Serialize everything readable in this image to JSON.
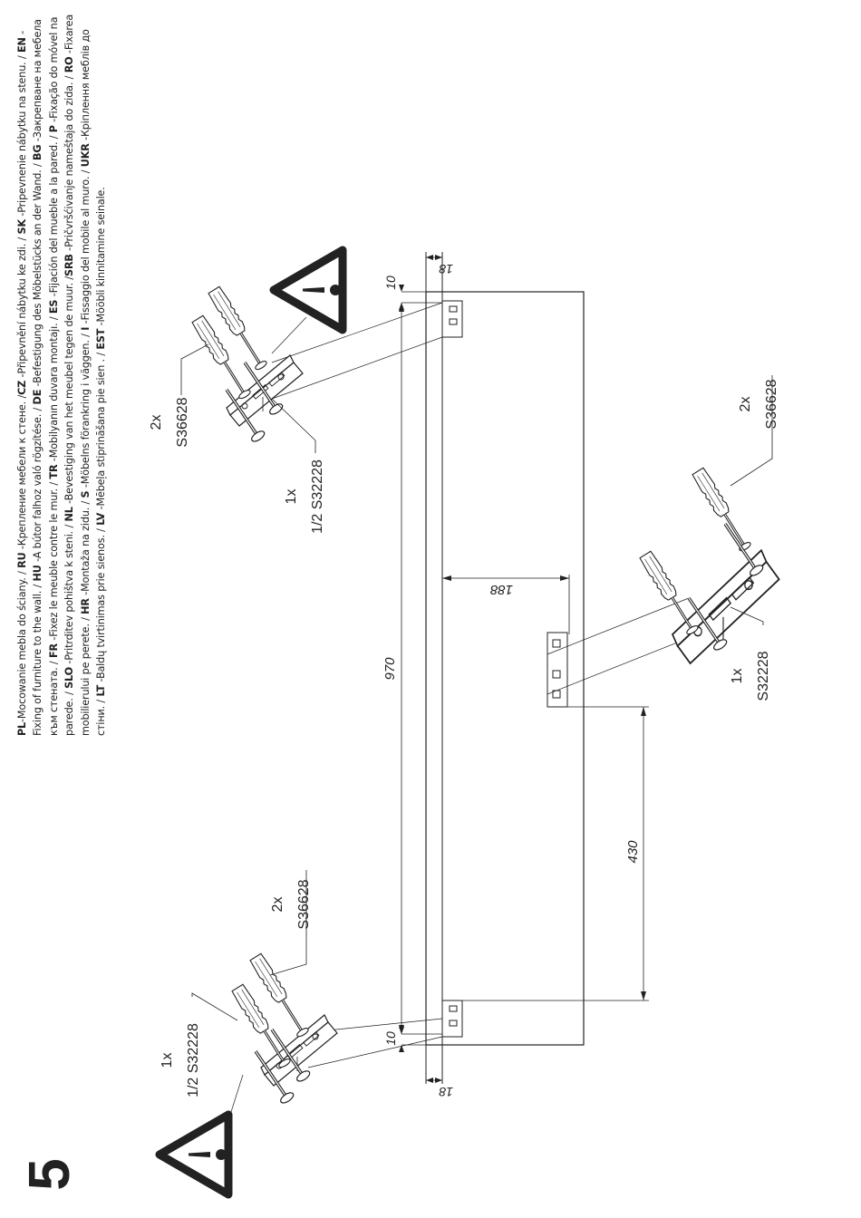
{
  "step_number": "5",
  "instructions": [
    {
      "code": "PL",
      "text": "-Mocowanie mebla do ściany. / "
    },
    {
      "code": "RU",
      "text": " -Крепление мебели к стене. /"
    },
    {
      "code": "CZ",
      "text": " -Připevnění nábytku ke zdi. / "
    },
    {
      "code": "SK",
      "text": " -Pripevnenie nábytku na stenu. / "
    },
    {
      "code": "EN",
      "text": " -Fixing of furniture to the wall. / "
    },
    {
      "code": "HU",
      "text": " -A bútor falhoz való rögzítése. / "
    },
    {
      "code": "DE",
      "text": " -Befestigung des Möbelstücks an der Wand. / "
    },
    {
      "code": "BG",
      "text": " -Закрепване на мебела към стената. / "
    },
    {
      "code": "FR",
      "text": " -Fixez le meuble contre le mur. / "
    },
    {
      "code": "TR",
      "text": " -Mobilyanın duvara montajı. / "
    },
    {
      "code": "ES",
      "text": " -Fijación del mueble a la pared. / "
    },
    {
      "code": "P",
      "text": " -Fixação do móvel na parede. /  "
    },
    {
      "code": "SLO",
      "text": " -Pritrditev pohištva k steni. / "
    },
    {
      "code": "NL",
      "text": " -Bevestiging van het meubel tegen de muur. /"
    },
    {
      "code": "SRB",
      "text": " -Pričvršćivanje nameštaja do zida. / "
    },
    {
      "code": "RO",
      "text": " -Fixarea mobilierului pe perete. / "
    },
    {
      "code": "HR",
      "text": " -Montaža na zidu. / "
    },
    {
      "code": "S",
      "text": " -Möbelns förankring i väggen. / "
    },
    {
      "code": "I",
      "text": " -Fissaggio del mobile al muro. / "
    },
    {
      "code": "UKR",
      "text": " -Кріплення меблів до стіни. / "
    },
    {
      "code": "LT",
      "text": " -Baldų tvirtinimas prie sienos. / "
    },
    {
      "code": "LV",
      "text": " -Mēbeļa stiprināšana pie sien          . / "
    },
    {
      "code": "EST",
      "text": "  -Mööbli kinnitamine seinale."
    }
  ],
  "dimensions": {
    "width": "970",
    "top_offset": "10",
    "bottom_offset": "10",
    "top_thickness": "18",
    "bottom_thickness": "18",
    "middle_depth": "188",
    "middle_position": "430"
  },
  "callouts": {
    "top_dowels_qty": "2x",
    "top_dowels_code": "S36628",
    "top_bracket_qty": "1x",
    "top_bracket_code": "1/2 S32228",
    "bottom_dowels_qty": "2x",
    "bottom_dowels_code": "S36628",
    "bottom_bracket_qty": "1x",
    "bottom_bracket_code": "1/2 S32228",
    "mid_dowels_qty": "2x",
    "mid_dowels_code": "S36628",
    "mid_bracket_qty": "1x",
    "mid_bracket_code": "S32228"
  },
  "icons": [
    "warning-triangle-icon"
  ]
}
